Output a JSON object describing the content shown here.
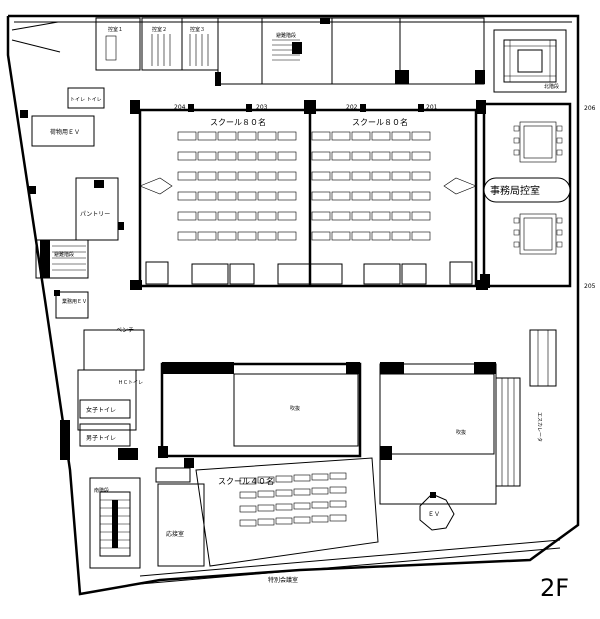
{
  "floor_label": "2F",
  "rooms": {
    "r204": "204",
    "r203": "203",
    "r202": "202",
    "r201": "201",
    "school80_left": "スクール８０名",
    "school80_right": "スクール８０名",
    "school40": "スクール４０名",
    "office_control": "事務局控室",
    "ctrl1": "控室１",
    "ctrl2": "控室２",
    "ctrl3": "控室３",
    "evac_stair_top": "避難階段",
    "north_stair": "北階段",
    "freight_ev": "荷物用ＥＶ",
    "toilet_top": "トイレ トイレ",
    "pantry": "パントリー",
    "evac_stair_left": "避難階段",
    "service_ev": "業務用ＥＶ",
    "bench": "ベンチ",
    "hc_toilet": "ＨＣトイレ",
    "womens_toilet": "女子トイレ",
    "mens_toilet": "男子トイレ",
    "atrium_left": "吹抜",
    "atrium_right": "吹抜",
    "escalator": "エスカレータ",
    "ev": "ＥＶ",
    "south_stair": "南階段",
    "reception": "応接室",
    "special_meeting": "特別会議室",
    "r206": "206",
    "r205": "205"
  }
}
